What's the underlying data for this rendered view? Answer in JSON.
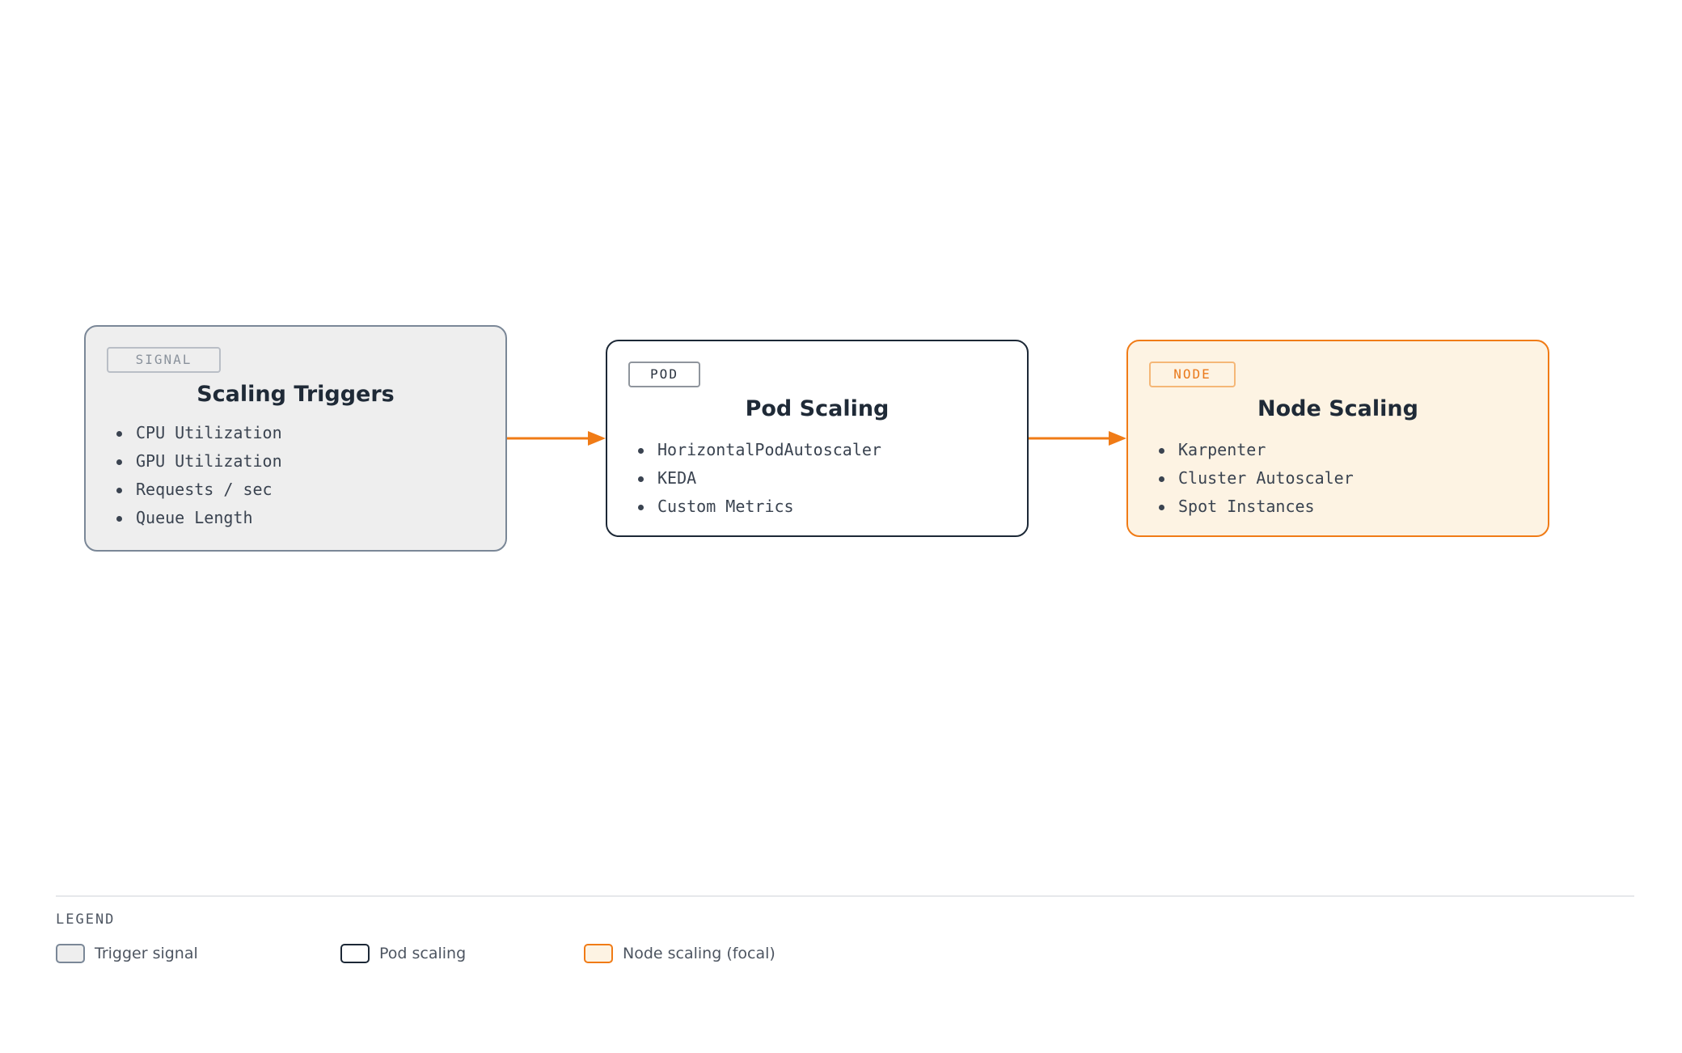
{
  "diagram": {
    "nodes": [
      {
        "tag": "SIGNAL",
        "title": "Scaling Triggers",
        "items": [
          "CPU Utilization",
          "GPU Utilization",
          "Requests / sec",
          "Queue Length"
        ]
      },
      {
        "tag": "POD",
        "title": "Pod Scaling",
        "items": [
          "HorizontalPodAutoscaler",
          "KEDA",
          "Custom Metrics"
        ]
      },
      {
        "tag": "NODE",
        "title": "Node Scaling",
        "items": [
          "Karpenter",
          "Cluster Autoscaler",
          "Spot Instances"
        ]
      }
    ],
    "edges": [
      {
        "from": "Scaling Triggers",
        "to": "Pod Scaling"
      },
      {
        "from": "Pod Scaling",
        "to": "Node Scaling"
      }
    ],
    "arrow_color": "#f07b16"
  },
  "legend": {
    "title": "LEGEND",
    "items": [
      {
        "label": "Trigger signal",
        "fill": "#eeeeee",
        "stroke": "#7a8797"
      },
      {
        "label": "Pod scaling",
        "fill": "#ffffff",
        "stroke": "#1c2836"
      },
      {
        "label": "Node scaling (focal)",
        "fill": "#fdf3e3",
        "stroke": "#f07b16"
      }
    ]
  }
}
